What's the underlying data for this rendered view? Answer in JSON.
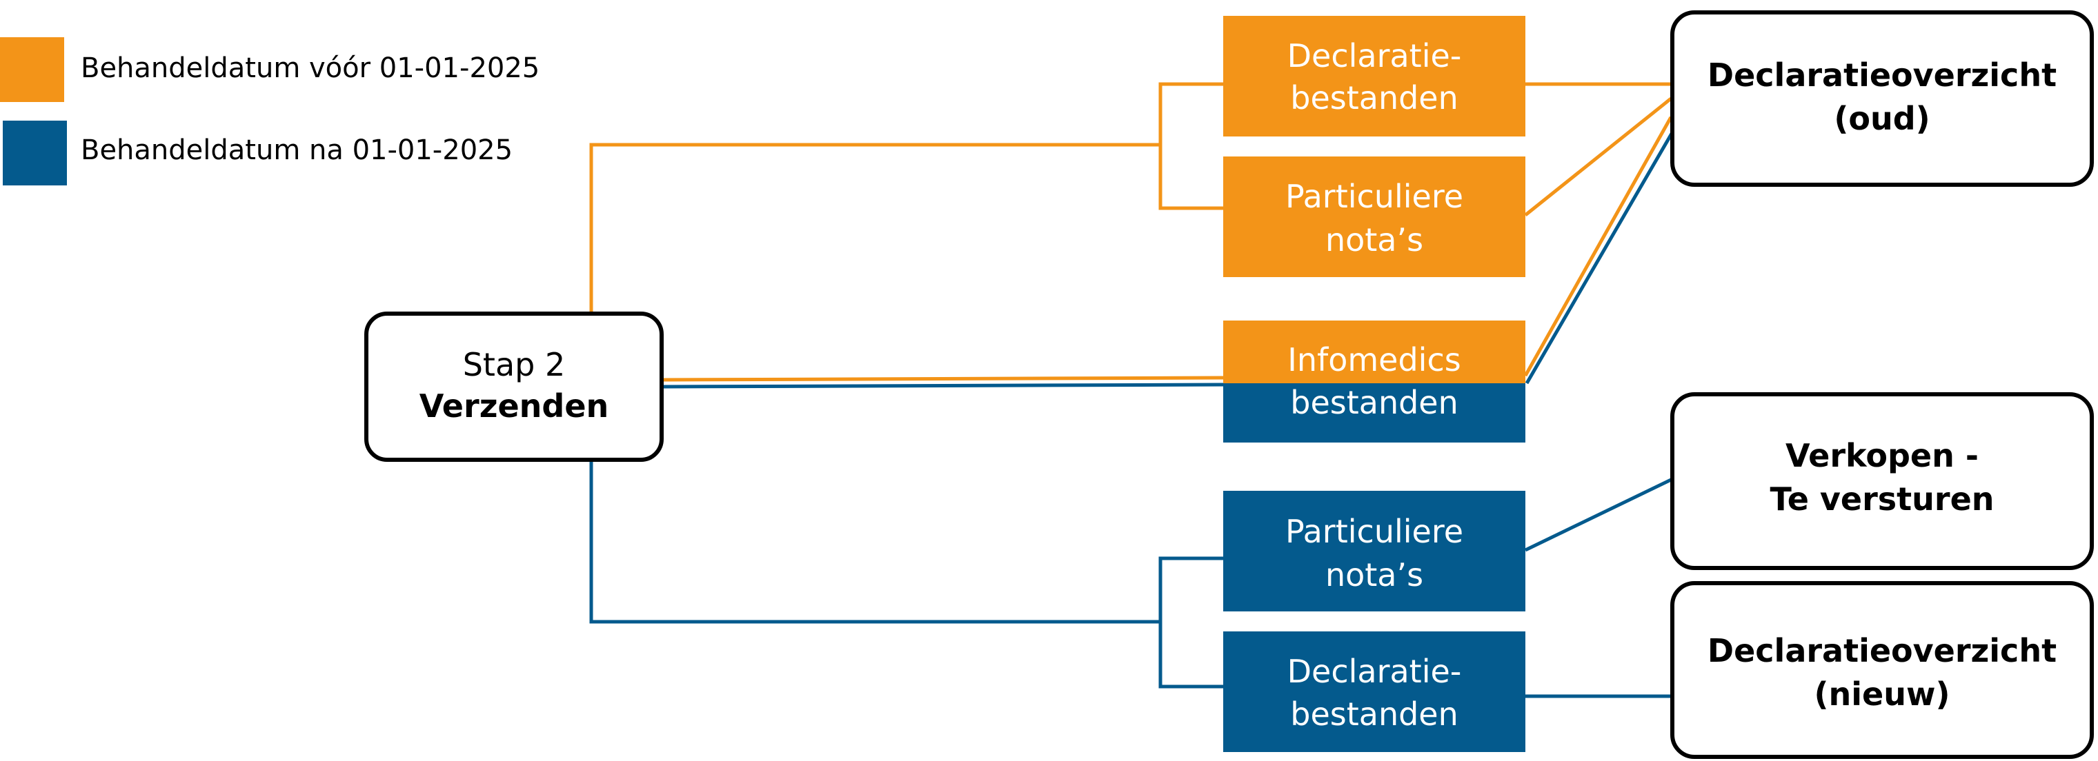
{
  "colors": {
    "before": "#F39418",
    "after": "#045A8D",
    "outline": "#000000"
  },
  "legend": [
    {
      "label": "Behandeldatum vóór 01-01-2025",
      "color": "#F39418"
    },
    {
      "label": "Behandeldatum na 01-01-2025",
      "color": "#045A8D"
    }
  ],
  "start": {
    "line1": "Stap 2",
    "line2": "Verzenden"
  },
  "orange_nodes": {
    "declaratie": {
      "line1": "Declaratie-",
      "line2": "bestanden"
    },
    "particuliere": {
      "line1": "Particuliere",
      "line2": "nota’s"
    }
  },
  "shared_node": {
    "line1": "Infomedics",
    "line2": "bestanden"
  },
  "blue_nodes": {
    "particuliere": {
      "line1": "Particuliere",
      "line2": "nota’s"
    },
    "declaratie": {
      "line1": "Declaratie-",
      "line2": "bestanden"
    }
  },
  "targets": {
    "oud": {
      "line1": "Declaratieoverzicht",
      "line2": "(oud)"
    },
    "verkopen": {
      "line1": "Verkopen -",
      "line2": "Te versturen"
    },
    "nieuw": {
      "line1": "Declaratieoverzicht",
      "line2": "(nieuw)"
    }
  }
}
